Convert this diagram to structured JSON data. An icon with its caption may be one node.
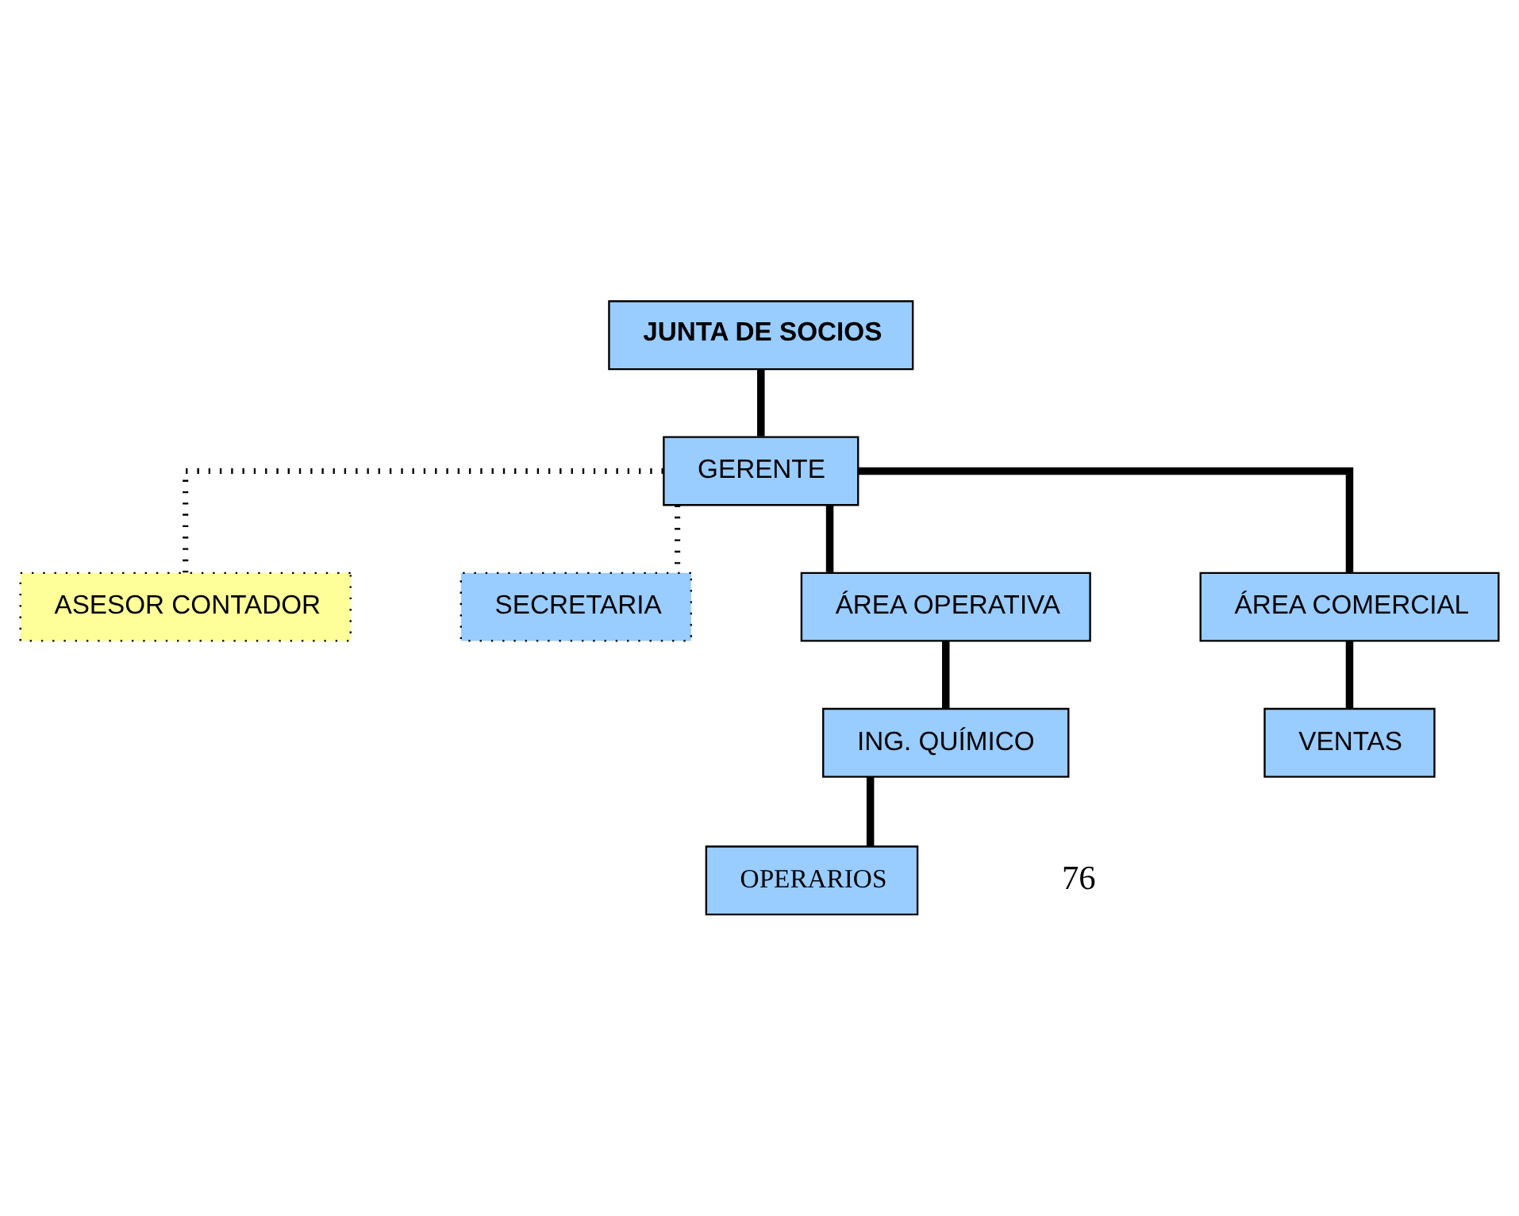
{
  "diagram": {
    "nodes": [
      {
        "text": [
          "JUNTA DE SOCIOS"
        ]
      },
      {
        "text": [
          "GERENTE"
        ]
      },
      {
        "text": [
          "ASESOR CONTADOR"
        ]
      },
      {
        "text": [
          "SECRETARIA"
        ]
      },
      {
        "text": [
          "ÁREA OPERATIVA"
        ]
      },
      {
        "text": [
          "ÁREA COMERCIAL"
        ]
      },
      {
        "text": [
          "ING. QUÍMICO"
        ]
      },
      {
        "text": [
          "VENTAS"
        ]
      },
      {
        "text": [
          "OPERARIOS"
        ]
      }
    ],
    "edges": [
      {
        "from": 0,
        "to": 1,
        "arrow": "none"
      },
      {
        "from": 1,
        "to": 2,
        "arrow": "none",
        "style": "dashed"
      },
      {
        "from": 1,
        "to": 3,
        "arrow": "none",
        "style": "dashed"
      },
      {
        "from": 1,
        "to": 4,
        "arrow": "none"
      },
      {
        "from": 1,
        "to": 5,
        "arrow": "none"
      },
      {
        "from": 4,
        "to": 6,
        "arrow": "none"
      },
      {
        "from": 6,
        "to": 8,
        "arrow": "none"
      },
      {
        "from": 5,
        "to": 7,
        "arrow": "none"
      }
    ],
    "labels": [
      "76"
    ]
  }
}
